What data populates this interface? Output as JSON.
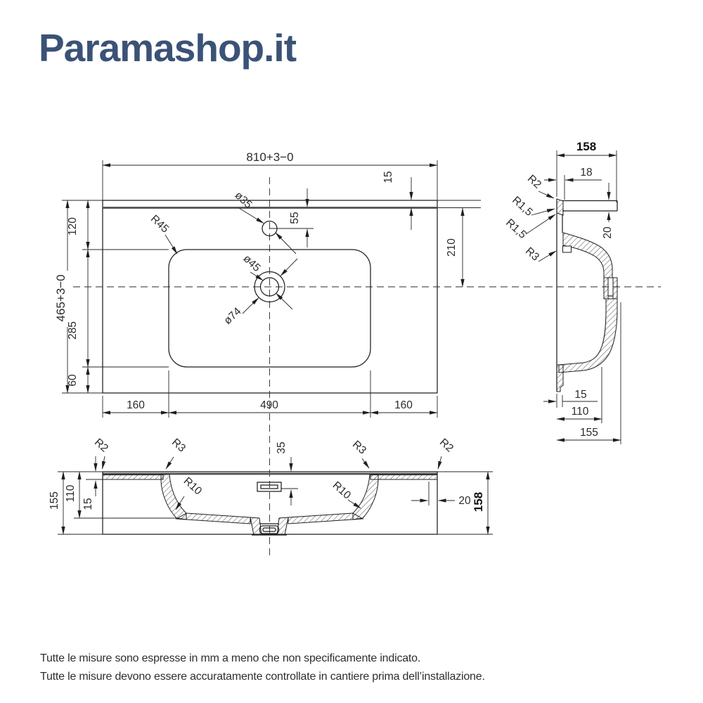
{
  "logo": {
    "text": "Paramashop.it"
  },
  "footer": {
    "line1": "Tutte le misure sono espresse in mm a meno che non specificamente indicato.",
    "line2": "Tutte le misure devono essere accuratamente controllate in cantiere prima dell’installazione."
  },
  "drawing": {
    "plan": {
      "width_tol": "810+3−0",
      "height_tol": "465+3−0",
      "back_margin": "120",
      "basin_depth": "285",
      "front_margin": "60",
      "left_margin": "160",
      "basin_width": "490",
      "right_margin": "160",
      "edge_inset": "15",
      "faucet_offset": "55",
      "center_from_back": "210",
      "corner_radius": "R45",
      "faucet_hole_dia": "ø35",
      "drain_dia": "ø45",
      "drain_recess_dia": "ø74"
    },
    "side": {
      "overall_height": "158",
      "rim_width": "18",
      "rim_radius": "R2",
      "edge_radius_1": "R1,5",
      "edge_radius_2": "R1,5",
      "inner_radius": "R3",
      "wall_thickness": "20",
      "apron_thickness": "15",
      "bowl_depth": "110",
      "body_height": "155"
    },
    "front": {
      "rim_radius_left": "R2",
      "inner_radius_left": "R3",
      "overflow_depth": "35",
      "inner_radius_right": "R3",
      "rim_radius_right": "R2",
      "bowl_radius_left": "R10",
      "bowl_radius_right": "R10",
      "apron_return": "20",
      "overall_height_left": "155",
      "bowl_depth": "110",
      "top_thickness": "15",
      "overall_height_right": "158"
    }
  }
}
